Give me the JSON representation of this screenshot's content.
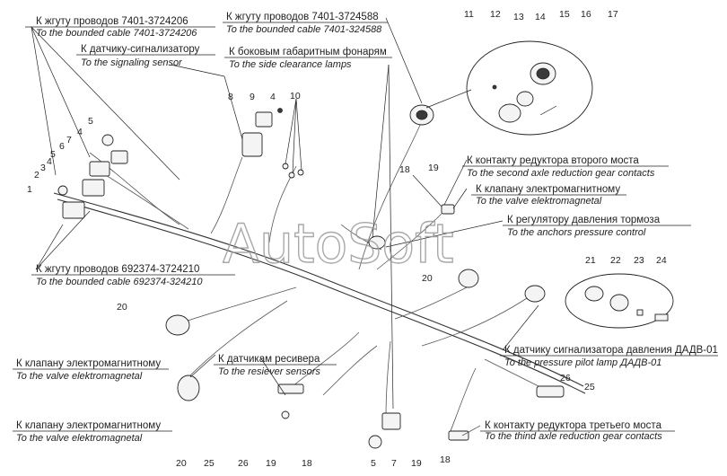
{
  "watermark": "AutoSoft",
  "labels": {
    "harness_7401_3724206": {
      "ru": "К жгуту проводов 7401-3724206",
      "en": "To the bounded cable 7401-3724206"
    },
    "signaling_sensor": {
      "ru": "К датчику-сигнализатору",
      "en": "To the signaling sensor"
    },
    "harness_7401_3724588": {
      "ru": "К жгуту проводов 7401-3724588",
      "en": "To the bounded cable 7401-324588"
    },
    "side_clearance_lamps": {
      "ru": "К боковым габаритным фонарям",
      "en": "To the side clearance lamps"
    },
    "second_axle_reduction": {
      "ru": "К контакту редуктора второго моста",
      "en": "To the second axle reduction gear contacts"
    },
    "valve_top": {
      "ru": "К клапану электромагнитному",
      "en": "To the valve elektromagnetal"
    },
    "brake_pressure_regulator": {
      "ru": "К регулятору давления тормоза",
      "en": "To the anchors pressure control"
    },
    "harness_692374": {
      "ru": "К жгуту проводов 692374-3724210",
      "en": "To the bounded cable 692374-324210"
    },
    "valve_left1": {
      "ru": "К клапану электромагнитному",
      "en": "To the valve elektromagnetal"
    },
    "receiver_sensors": {
      "ru": "К датчикам ресивера",
      "en": "To the resiever sensors"
    },
    "pressure_signal_sensor": {
      "ru": "К датчику сигнализатора давления ДАДВ-01",
      "en": "To the pressure pilot lamp ДАДВ-01"
    },
    "valve_left2": {
      "ru": "К клапану электромагнитному",
      "en": "To the valve elektromagnetal"
    },
    "third_axle_reduction": {
      "ru": "К контакту редуктора третьего моста",
      "en": "To the thind axle reduction gear contacts"
    }
  },
  "callouts": {
    "n1": "1",
    "n2": "2",
    "n3": "3",
    "n4a": "4",
    "n4b": "4",
    "n4c": "4",
    "n5a": "5",
    "n5b": "5",
    "n6": "6",
    "n7a": "7",
    "n7b": "7",
    "n8": "8",
    "n9": "9",
    "n10": "10",
    "n11": "11",
    "n12": "12",
    "n13": "13",
    "n14": "14",
    "n15": "15",
    "n16": "16",
    "n17": "17",
    "n18a": "18",
    "n18b": "18",
    "n18c": "18",
    "n19a": "19",
    "n19b": "19",
    "n19c": "19",
    "n20a": "20",
    "n20b": "20",
    "n20c": "20",
    "n21": "21",
    "n22": "22",
    "n23": "23",
    "n24": "24",
    "n25a": "25",
    "n25b": "25",
    "n26a": "26",
    "n26b": "26"
  }
}
